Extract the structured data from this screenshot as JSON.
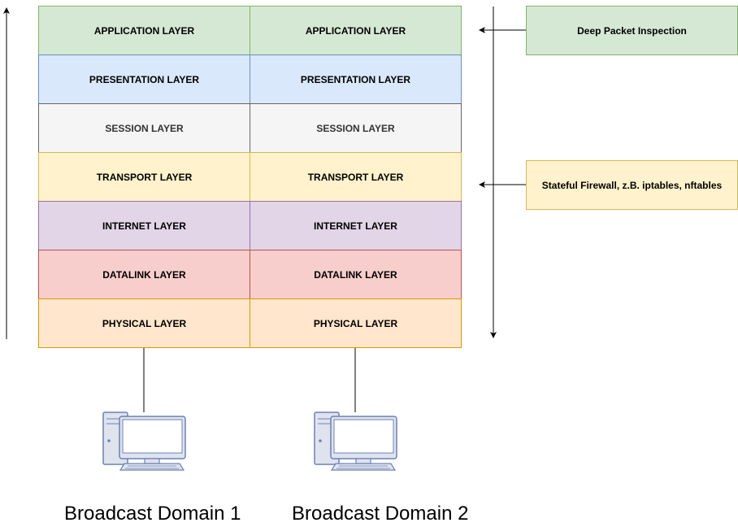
{
  "layers": [
    {
      "label": "APPLICATION LAYER",
      "fill": "#d5e8d4",
      "stroke": "#82b366",
      "text_color": "#000000"
    },
    {
      "label": "PRESENTATION LAYER",
      "fill": "#dae8fc",
      "stroke": "#6c8ebf",
      "text_color": "#000000"
    },
    {
      "label": "SESSION LAYER",
      "fill": "#f5f5f5",
      "stroke": "#666666",
      "text_color": "#333333"
    },
    {
      "label": "TRANSPORT LAYER",
      "fill": "#fff2cc",
      "stroke": "#d6b656",
      "text_color": "#000000"
    },
    {
      "label": "INTERNET LAYER",
      "fill": "#e1d5e7",
      "stroke": "#9673a6",
      "text_color": "#000000"
    },
    {
      "label": "DATALINK LAYER",
      "fill": "#f8cecc",
      "stroke": "#b85450",
      "text_color": "#000000"
    },
    {
      "label": "PHYSICAL LAYER",
      "fill": "#ffe6cc",
      "stroke": "#d79b00",
      "text_color": "#000000"
    }
  ],
  "annotations": {
    "deep_packet": {
      "label": "Deep Packet Inspection",
      "fill": "#d5e8d4",
      "stroke": "#82b366"
    },
    "stateful_firewall": {
      "label": "Stateful Firewall, z.B. iptables, nftables",
      "fill": "#fff2cc",
      "stroke": "#d6b656"
    }
  },
  "domains": [
    {
      "label": "Broadcast Domain 1"
    },
    {
      "label": "Broadcast Domain 2"
    }
  ],
  "icons": {
    "computer": "desktop-computer-icon"
  }
}
